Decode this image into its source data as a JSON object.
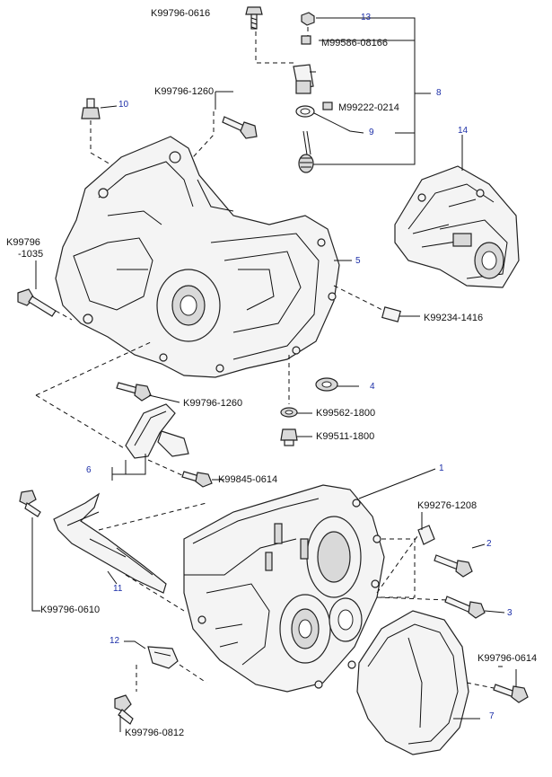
{
  "part_labels": {
    "l1": "K99796-0616",
    "l2": "M99586-08166",
    "l3": "K99796-1260",
    "l4": "M99222-0214",
    "l5": "K99796",
    "l6": "-1035",
    "l7": "K99234-1416",
    "l8": "K99796-1260",
    "l9": "K99562-1800",
    "l10": "K99511-1800",
    "l11": "K99845-0614",
    "l12": "K99276-1208",
    "l13": "K99796-0610",
    "l14": "K99796-0614",
    "l15": "K99796-0812"
  },
  "callouts": {
    "c1": "1",
    "c2": "2",
    "c3": "3",
    "c4": "4",
    "c5": "5",
    "c6": "6",
    "c7": "7",
    "c8": "8",
    "c9": "9",
    "c10": "10",
    "c11": "11",
    "c12": "12",
    "c13": "13",
    "c14": "14"
  }
}
